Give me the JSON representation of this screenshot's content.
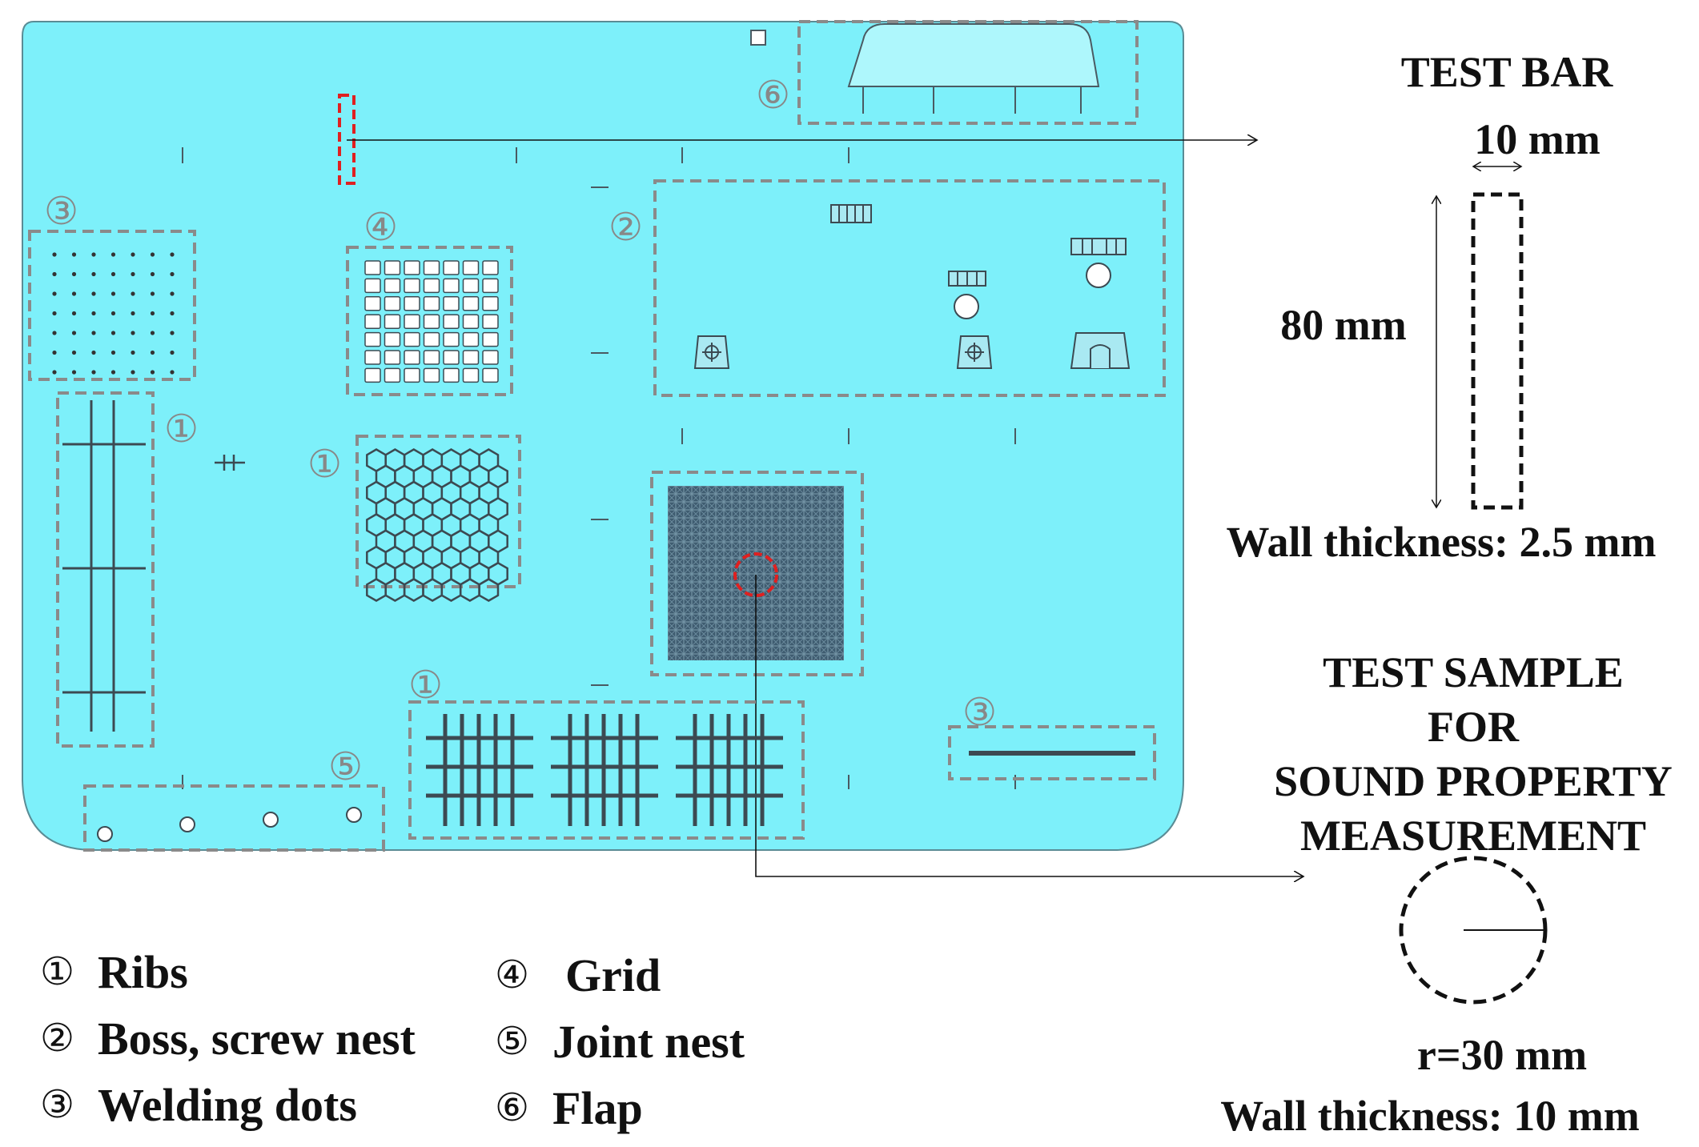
{
  "callouts": {
    "c1": "①",
    "c2": "②",
    "c3": "③",
    "c4": "④",
    "c5": "⑤",
    "c6": "⑥"
  },
  "test_bar": {
    "title": "TEST BAR",
    "width_label": "10 mm",
    "height_label": "80 mm",
    "wall": "Wall thickness: 2.5 mm"
  },
  "test_sample": {
    "title_lines": [
      "TEST SAMPLE",
      "FOR",
      "SOUND PROPERTY",
      "MEASUREMENT"
    ],
    "radius_label": "r=30 mm",
    "wall": "Wall thickness: 10 mm"
  },
  "legend": [
    {
      "num": "①",
      "label": "Ribs"
    },
    {
      "num": "②",
      "label": "Boss, screw nest"
    },
    {
      "num": "③",
      "label": "Welding dots"
    },
    {
      "num": "④",
      "label": "Grid"
    },
    {
      "num": "⑤",
      "label": "Joint nest"
    },
    {
      "num": "⑥",
      "label": "Flap"
    }
  ],
  "colors": {
    "plate": "#7df0fa",
    "plate_stroke": "#4a6a72",
    "region_dash": "#8a8a8a",
    "feature": "#4a5a62",
    "highlight": "#e02020",
    "text": "#111111"
  }
}
